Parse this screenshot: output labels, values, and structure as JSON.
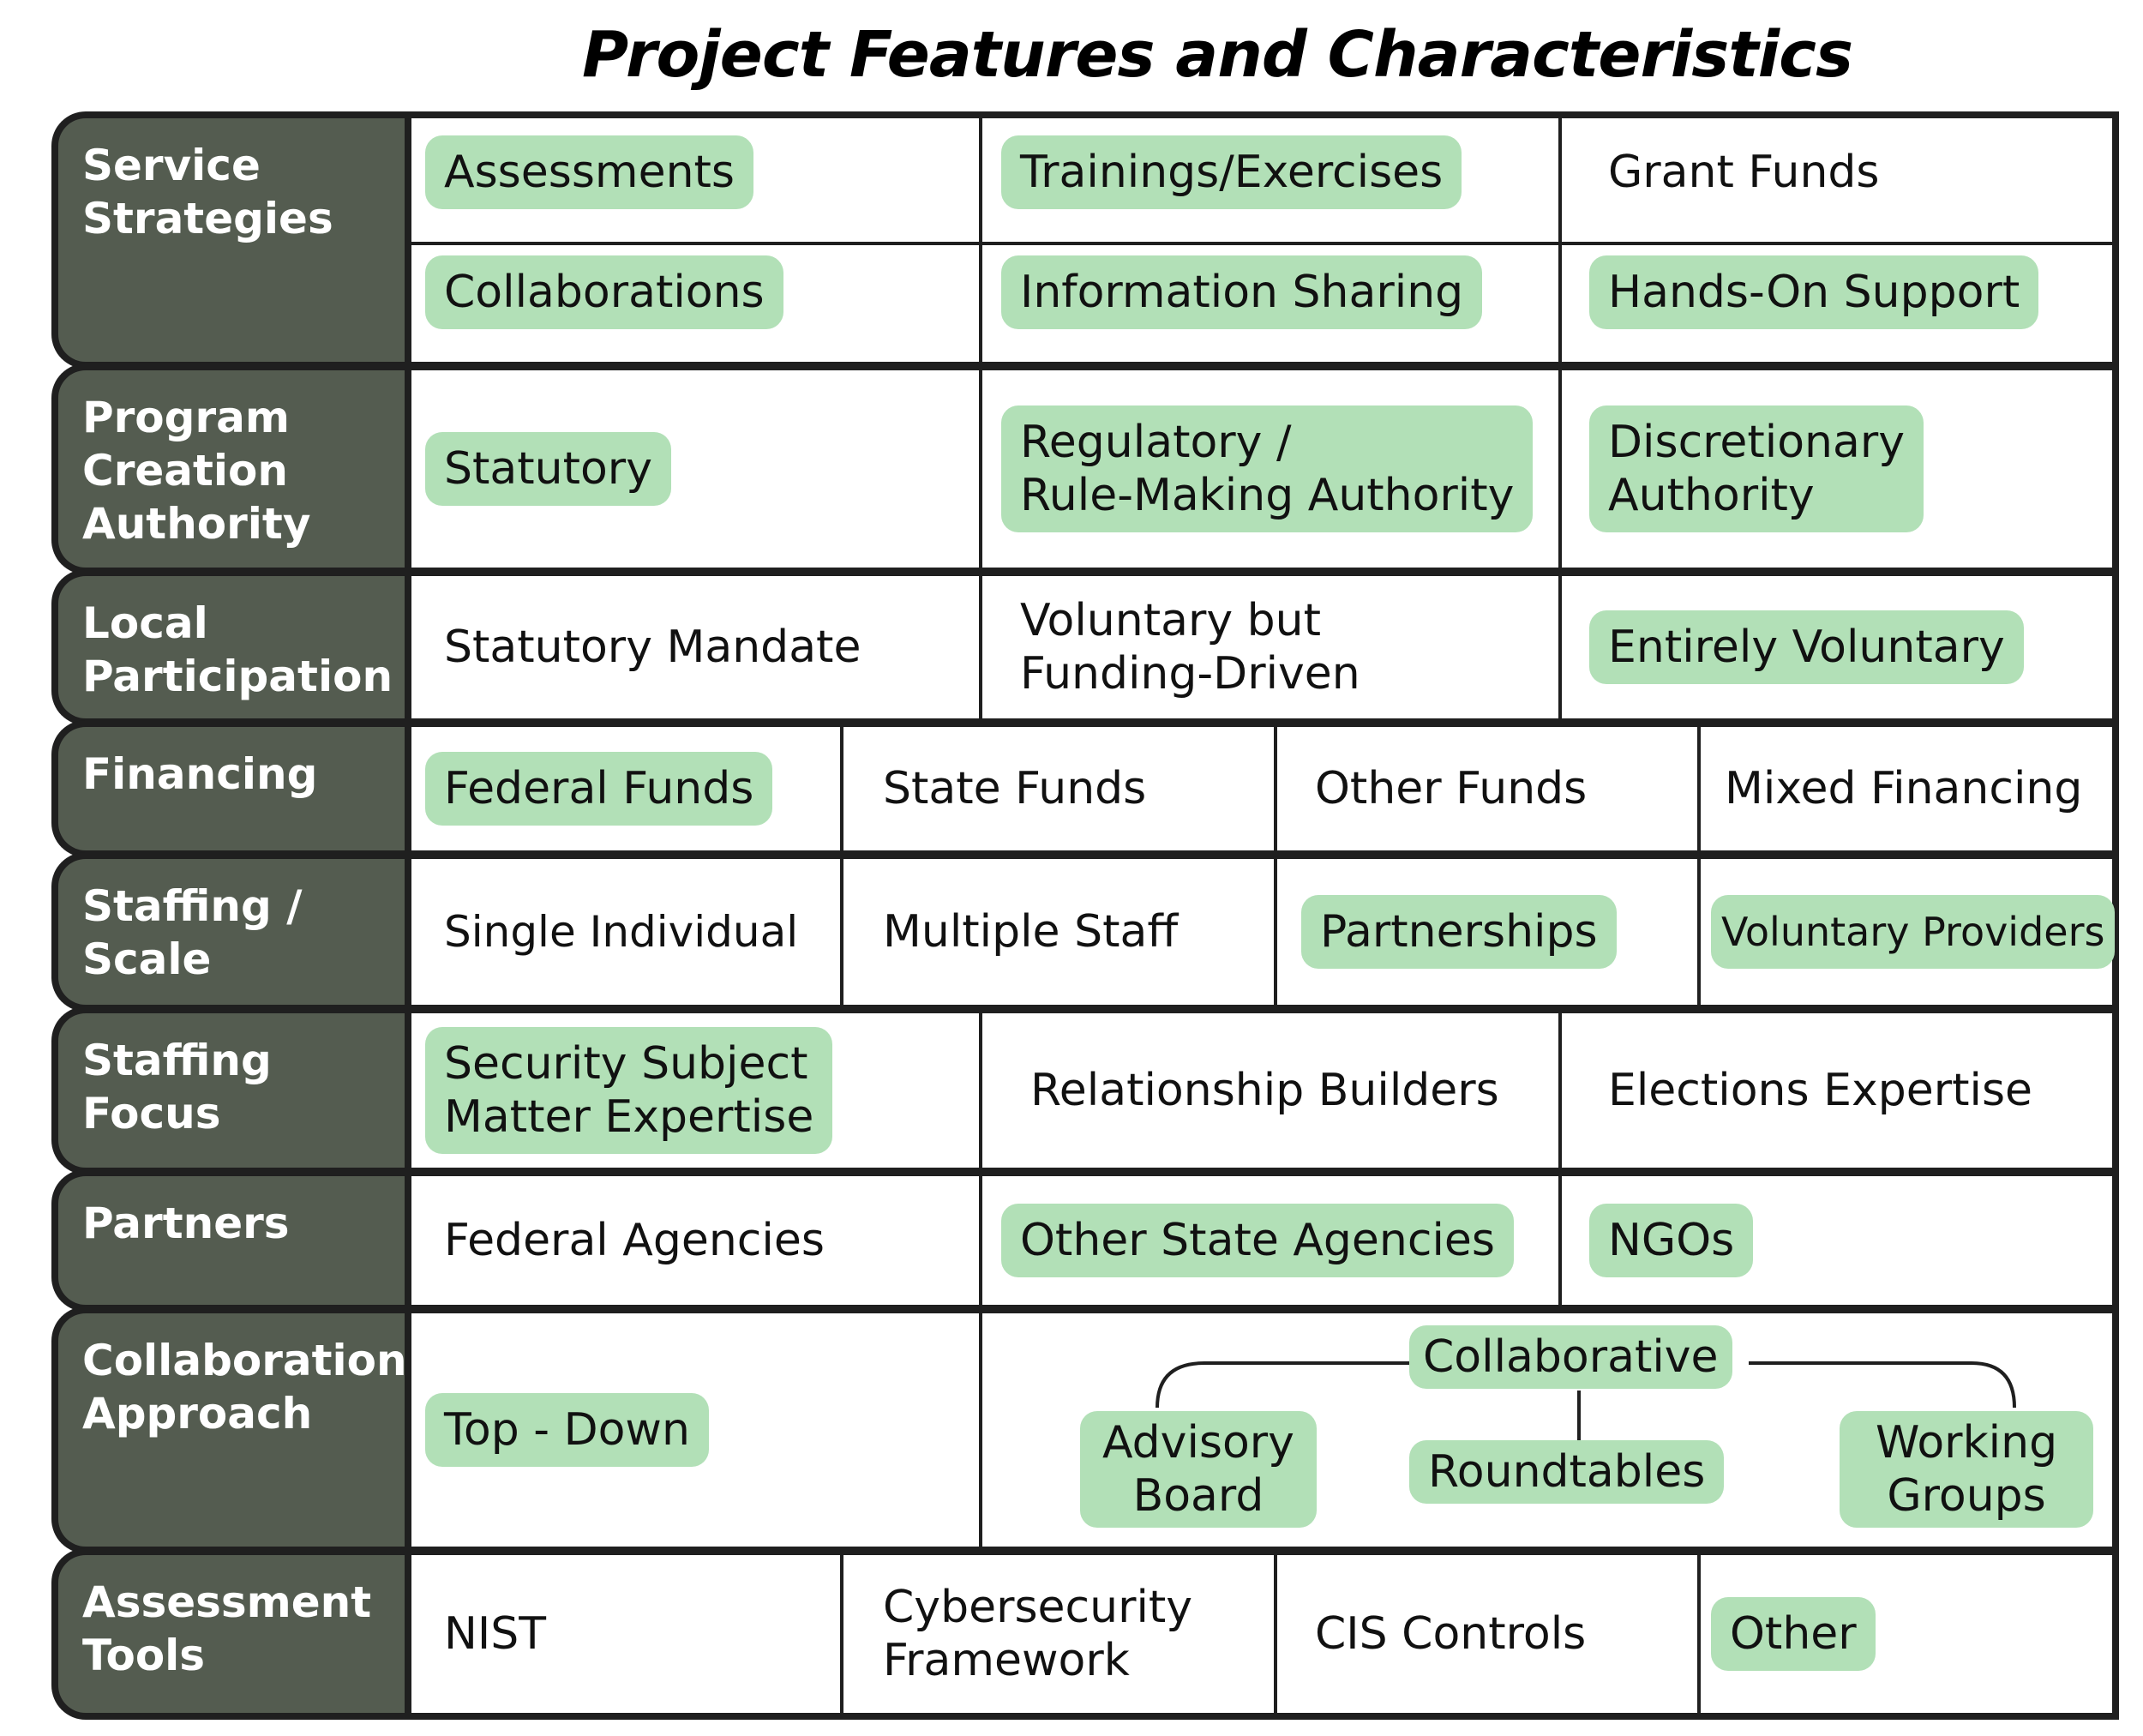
{
  "title": "Project Features and Characteristics",
  "rows": {
    "service": {
      "label": "Service\nStrategies",
      "items": [
        "Assessments",
        "Trainings/Exercises",
        "Grant Funds",
        "Collaborations",
        "Information Sharing",
        "Hands-On Support"
      ]
    },
    "program": {
      "label": "Program\nCreation\nAuthority",
      "items": [
        "Statutory",
        "Regulatory /\nRule-Making Authority",
        "Discretionary\nAuthority"
      ]
    },
    "local": {
      "label": "Local\nParticipation",
      "items": [
        "Statutory Mandate",
        "Voluntary but\nFunding-Driven",
        "Entirely Voluntary"
      ]
    },
    "financing": {
      "label": "Financing",
      "items": [
        "Federal Funds",
        "State Funds",
        "Other Funds",
        "Mixed Financing"
      ]
    },
    "scale": {
      "label": "Staffing /\nScale",
      "items": [
        "Single Individual",
        "Multiple Staff",
        "Partnerships",
        "Voluntary Providers"
      ]
    },
    "focus": {
      "label": "Staffing\nFocus",
      "items": [
        "Security Subject\nMatter Expertise",
        "Relationship Builders",
        "Elections Expertise"
      ]
    },
    "partners": {
      "label": "Partners",
      "items": [
        "Federal Agencies",
        "Other State Agencies",
        "NGOs"
      ]
    },
    "collab": {
      "label": "Collaboration\nApproach",
      "items": [
        "Top - Down",
        "Collaborative",
        "Advisory\nBoard",
        "Roundtables",
        "Working\nGroups"
      ]
    },
    "tools": {
      "label": "Assessment\nTools",
      "items": [
        "NIST",
        "Cybersecurity\nFramework",
        "CIS Controls",
        "Other"
      ]
    }
  },
  "colors": {
    "header_bg": "#545c50",
    "highlight": "#b2e0b7",
    "border": "#1f1f1f"
  }
}
